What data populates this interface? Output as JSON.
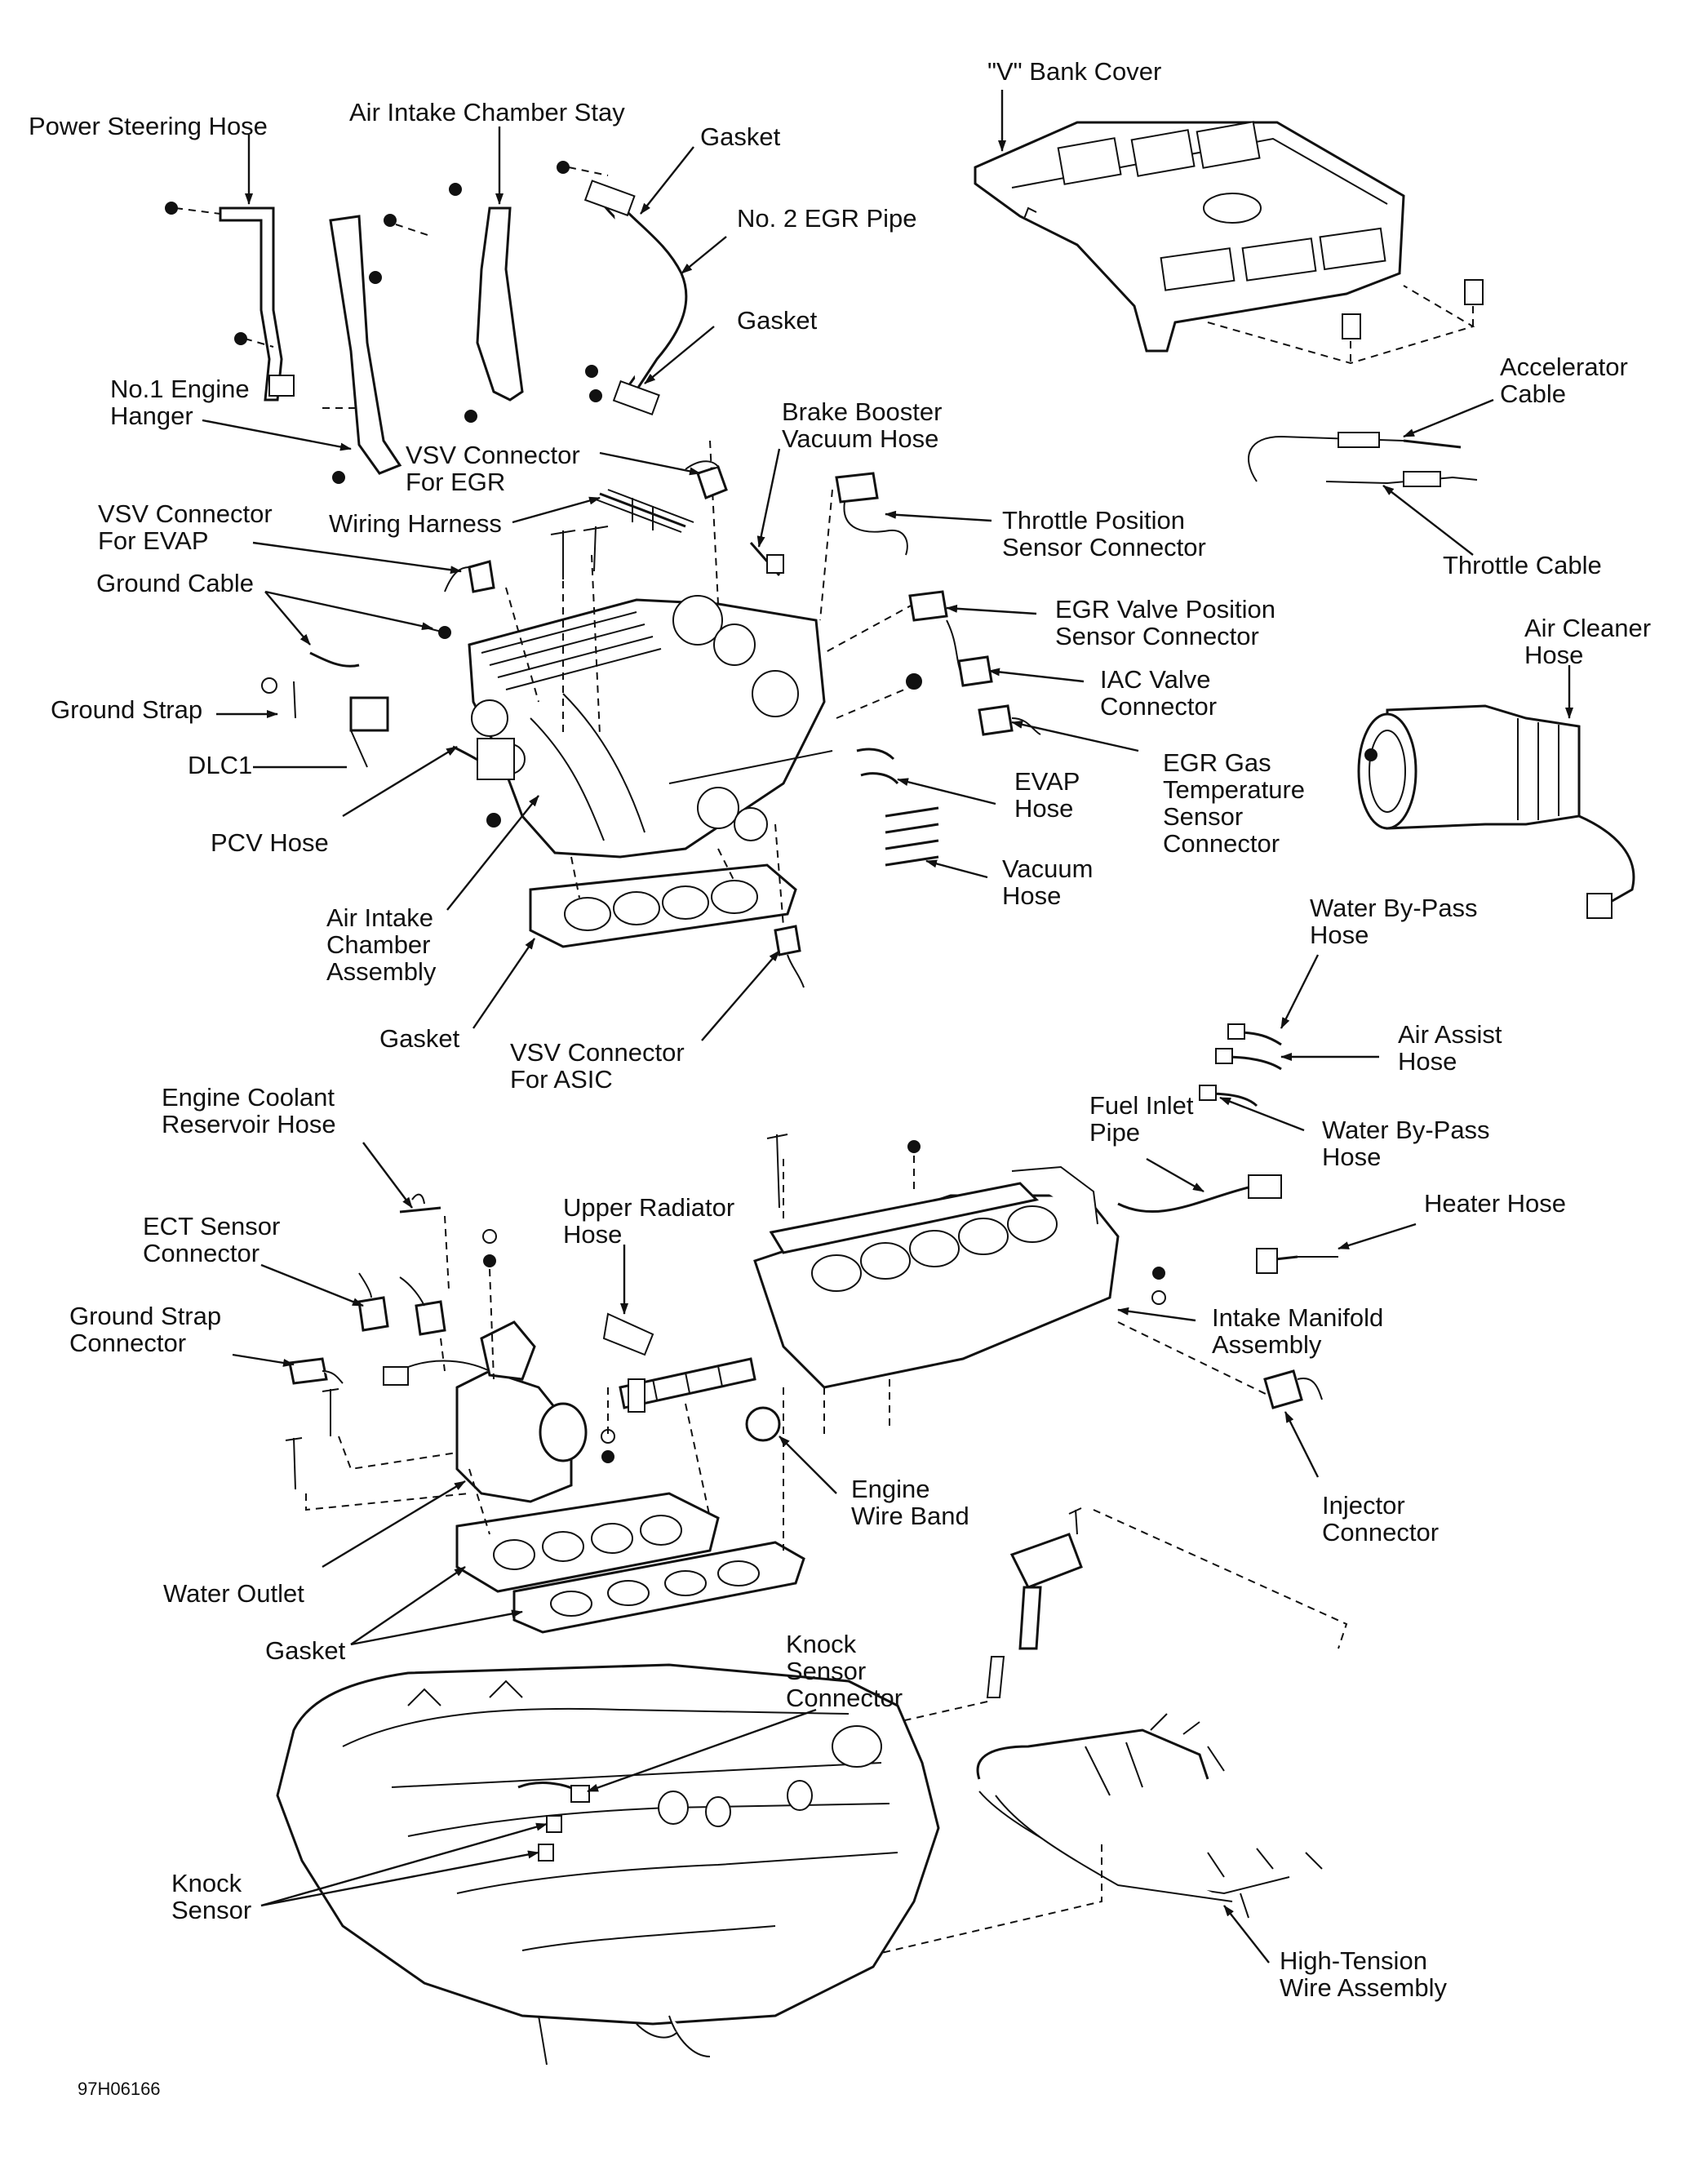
{
  "diagram": {
    "code": "97H06166",
    "labels": {
      "v_bank_cover": "\"V\" Bank Cover",
      "power_steering_hose": "Power Steering Hose",
      "air_intake_chamber_stay": "Air Intake Chamber Stay",
      "gasket_top": "Gasket",
      "no2_egr_pipe": "No. 2 EGR Pipe",
      "gasket_egr_lower": "Gasket",
      "accelerator_cable_1": "Accelerator",
      "accelerator_cable_2": "Cable",
      "no1_engine_hanger_1": "No.1 Engine",
      "no1_engine_hanger_2": "Hanger",
      "vsv_egr_1": "VSV Connector",
      "vsv_egr_2": "For EGR",
      "brake_booster_1": "Brake Booster",
      "brake_booster_2": "Vacuum Hose",
      "vsv_evap_1": "VSV Connector",
      "vsv_evap_2": "For EVAP",
      "wiring_harness": "Wiring Harness",
      "throttle_position_1": "Throttle Position",
      "throttle_position_2": "Sensor Connector",
      "throttle_cable": "Throttle Cable",
      "ground_cable": "Ground Cable",
      "egr_valve_position_1": "EGR Valve Position",
      "egr_valve_position_2": "Sensor Connector",
      "air_cleaner_hose_1": "Air Cleaner",
      "air_cleaner_hose_2": "Hose",
      "iac_valve_1": "IAC Valve",
      "iac_valve_2": "Connector",
      "ground_strap": "Ground Strap",
      "dlc1": "DLC1",
      "egr_gas_temp_1": "EGR Gas",
      "egr_gas_temp_2": "Temperature",
      "egr_gas_temp_3": "Sensor",
      "egr_gas_temp_4": "Connector",
      "evap_hose_1": "EVAP",
      "evap_hose_2": "Hose",
      "pcv_hose": "PCV Hose",
      "vacuum_hose_1": "Vacuum",
      "vacuum_hose_2": "Hose",
      "air_intake_chamber_1": "Air Intake",
      "air_intake_chamber_2": "Chamber",
      "air_intake_chamber_3": "Assembly",
      "water_bypass_hose_top_1": "Water By-Pass",
      "water_bypass_hose_top_2": "Hose",
      "gasket_chamber": "Gasket",
      "vsv_asic_1": "VSV Connector",
      "vsv_asic_2": "For ASIC",
      "air_assist_hose_1": "Air Assist",
      "air_assist_hose_2": "Hose",
      "engine_coolant_1": "Engine Coolant",
      "engine_coolant_2": "Reservoir Hose",
      "fuel_inlet_pipe_1": "Fuel Inlet",
      "fuel_inlet_pipe_2": "Pipe",
      "water_bypass_hose_bottom_1": "Water By-Pass",
      "water_bypass_hose_bottom_2": "Hose",
      "ect_sensor_1": "ECT Sensor",
      "ect_sensor_2": "Connector",
      "upper_radiator_1": "Upper Radiator",
      "upper_radiator_2": "Hose",
      "heater_hose": "Heater Hose",
      "ground_strap_connector_1": "Ground Strap",
      "ground_strap_connector_2": "Connector",
      "intake_manifold_1": "Intake Manifold",
      "intake_manifold_2": "Assembly",
      "engine_wire_band_1": "Engine",
      "engine_wire_band_2": "Wire Band",
      "injector_connector_1": "Injector",
      "injector_connector_2": "Connector",
      "water_outlet": "Water Outlet",
      "gasket_bottom": "Gasket",
      "knock_sensor_connector_1": "Knock",
      "knock_sensor_connector_2": "Sensor",
      "knock_sensor_connector_3": "Connector",
      "knock_sensor_1": "Knock",
      "knock_sensor_2": "Sensor",
      "high_tension_1": "High-Tension",
      "high_tension_2": "Wire Assembly"
    }
  }
}
